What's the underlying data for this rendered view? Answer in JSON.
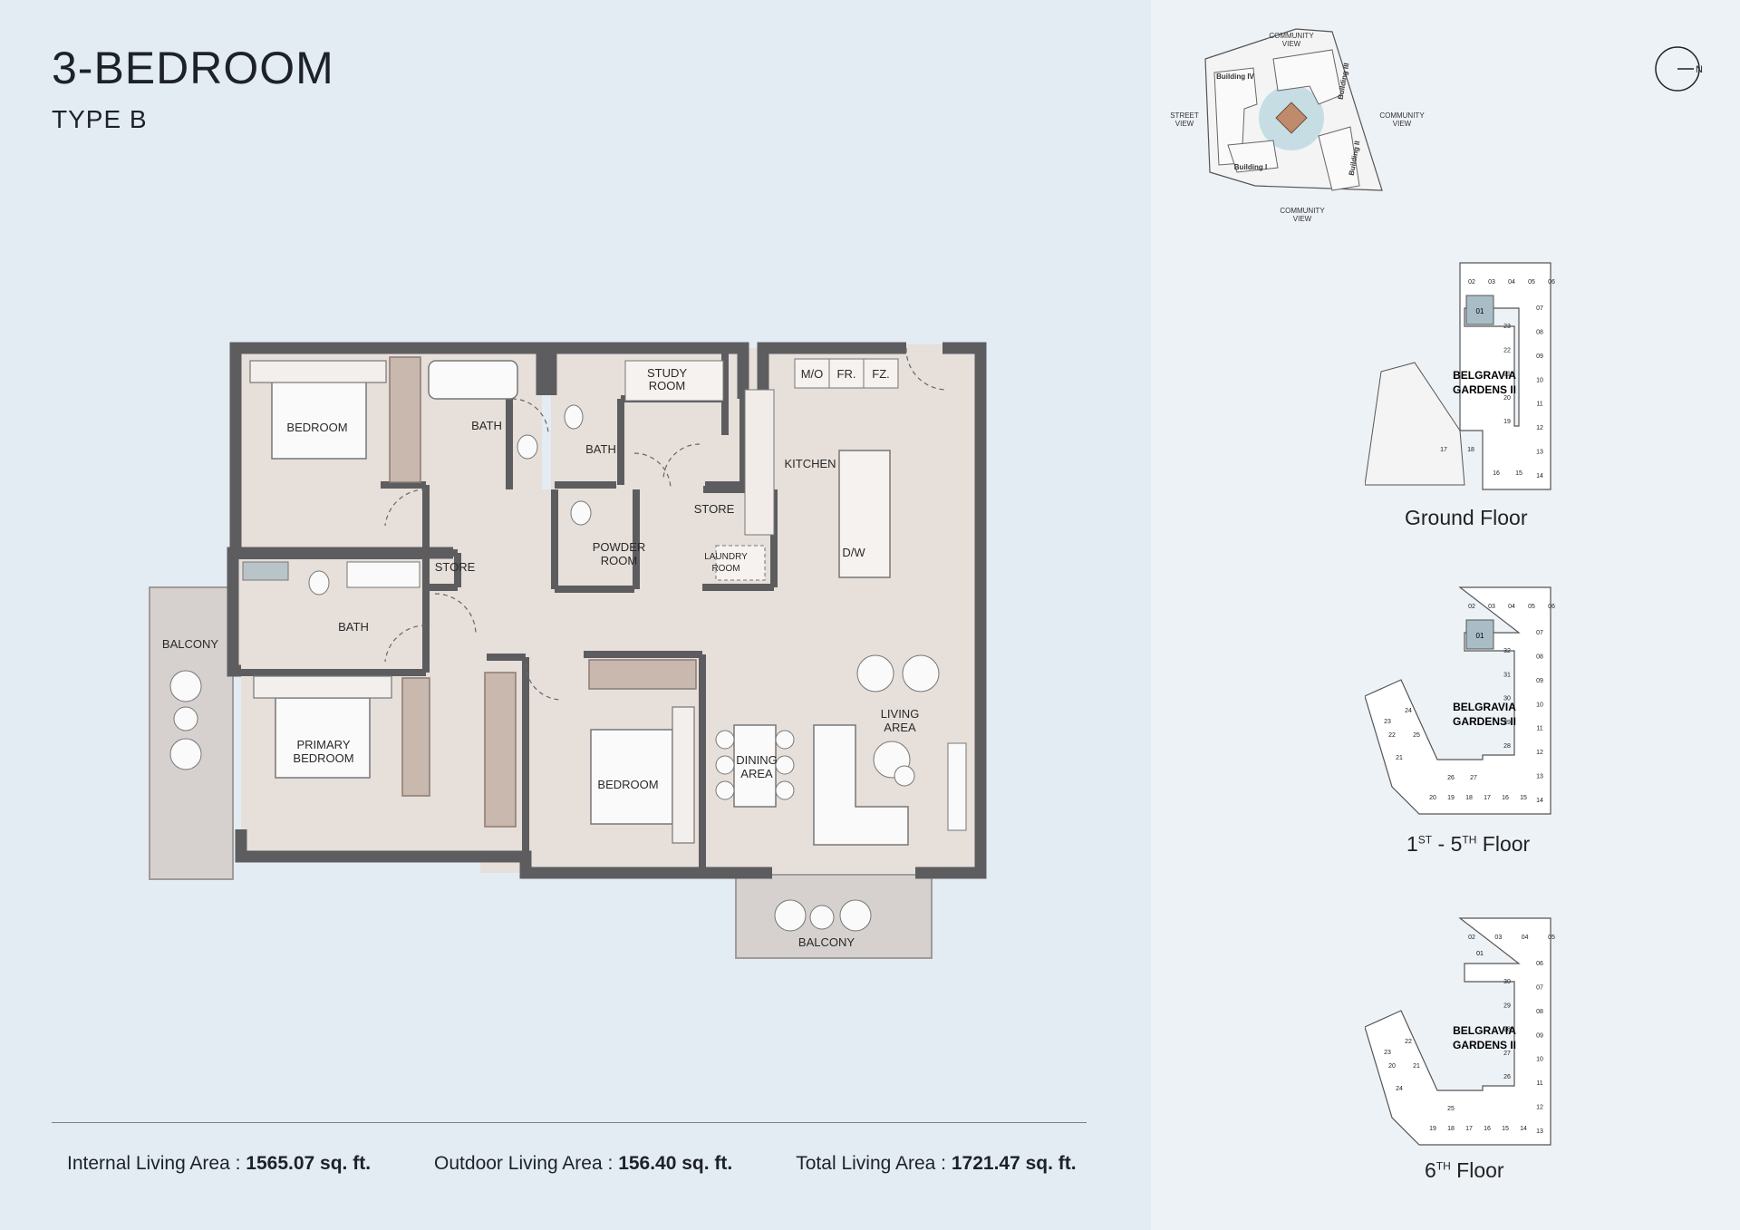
{
  "header": {
    "title": "3-BEDROOM",
    "subtitle": "TYPE B"
  },
  "rooms": {
    "bedroom_1": "BEDROOM",
    "bath_1": "BATH",
    "bath_2": "BATH",
    "bath_3": "BATH",
    "study_line1": "STUDY",
    "study_line2": "ROOM",
    "kitchen": "KITCHEN",
    "mo": "M/O",
    "fr": "FR.",
    "fz": "FZ.",
    "store_1": "STORE",
    "store_2": "STORE",
    "powder_line1": "POWDER",
    "powder_line2": "ROOM",
    "laundry_line1": "LAUNDRY",
    "laundry_line2": "ROOM",
    "dw": "D/W",
    "balcony_1": "BALCONY",
    "balcony_2": "BALCONY",
    "primary_line1": "PRIMARY",
    "primary_line2": "BEDROOM",
    "bedroom_2": "BEDROOM",
    "dining_line1": "DINING",
    "dining_line2": "AREA",
    "living_line1": "LIVING",
    "living_line2": "AREA"
  },
  "areas": {
    "internal_label": "Internal Living Area :",
    "internal_value": "1565.07 sq. ft.",
    "outdoor_label": "Outdoor Living Area :",
    "outdoor_value": "156.40 sq. ft.",
    "total_label": "Total Living Area :",
    "total_value": "1721.47 sq. ft."
  },
  "site_plan": {
    "community_view_top_1": "COMMUNITY",
    "community_view_top_2": "VIEW",
    "street_view_1": "STREET",
    "street_view_2": "VIEW",
    "community_view_right_1": "COMMUNITY",
    "community_view_right_2": "VIEW",
    "community_view_bottom_1": "COMMUNITY",
    "community_view_bottom_2": "VIEW",
    "building_1": "Building I",
    "building_2": "Building II",
    "building_3": "Building III",
    "building_4": "Building IV"
  },
  "compass": {
    "label": "N"
  },
  "floors": {
    "project_line1": "BELGRAVIA",
    "project_line2": "GARDENS II",
    "ground": {
      "label": "Ground Floor",
      "top_units": [
        "02",
        "03",
        "04",
        "05",
        "06"
      ],
      "right_units": [
        "07",
        "08",
        "09",
        "10",
        "11",
        "12",
        "13",
        "14"
      ],
      "inner_units": [
        "23",
        "22",
        "21",
        "20",
        "19"
      ],
      "bottom_units": [
        "17",
        "18",
        "16",
        "15"
      ],
      "highlight": "01"
    },
    "typical": {
      "label_num1": "1",
      "label_sup1": "ST",
      "label_dash": " - ",
      "label_num2": "5",
      "label_sup2": "TH",
      "label_word": " Floor",
      "top_units": [
        "02",
        "03",
        "04",
        "05",
        "06"
      ],
      "right_units": [
        "07",
        "08",
        "09",
        "10",
        "11",
        "12",
        "13",
        "14"
      ],
      "inner_units": [
        "32",
        "31",
        "30",
        "29",
        "28"
      ],
      "bottom_units": [
        "20",
        "19",
        "18",
        "17",
        "16",
        "15"
      ],
      "wing_units": [
        "24",
        "23",
        "25",
        "22",
        "21",
        "26",
        "27"
      ],
      "highlight": "01"
    },
    "top": {
      "label_num": "6",
      "label_sup": "TH",
      "label_word": " Floor",
      "top_units": [
        "02",
        "03",
        "04",
        "05"
      ],
      "right_units": [
        "06",
        "07",
        "08",
        "09",
        "10",
        "11",
        "12",
        "13"
      ],
      "inner_units": [
        "30",
        "29",
        "28",
        "27",
        "26"
      ],
      "bottom_units": [
        "19",
        "18",
        "17",
        "16",
        "15",
        "14"
      ],
      "wing_units": [
        "22",
        "23",
        "21",
        "20",
        "24",
        "25"
      ],
      "first_unit": "01"
    }
  },
  "colors": {
    "wall": "#5d5d60",
    "floor": "#e6dfda",
    "highlight": "#a9bdc6",
    "background": "#e4ecf3"
  }
}
